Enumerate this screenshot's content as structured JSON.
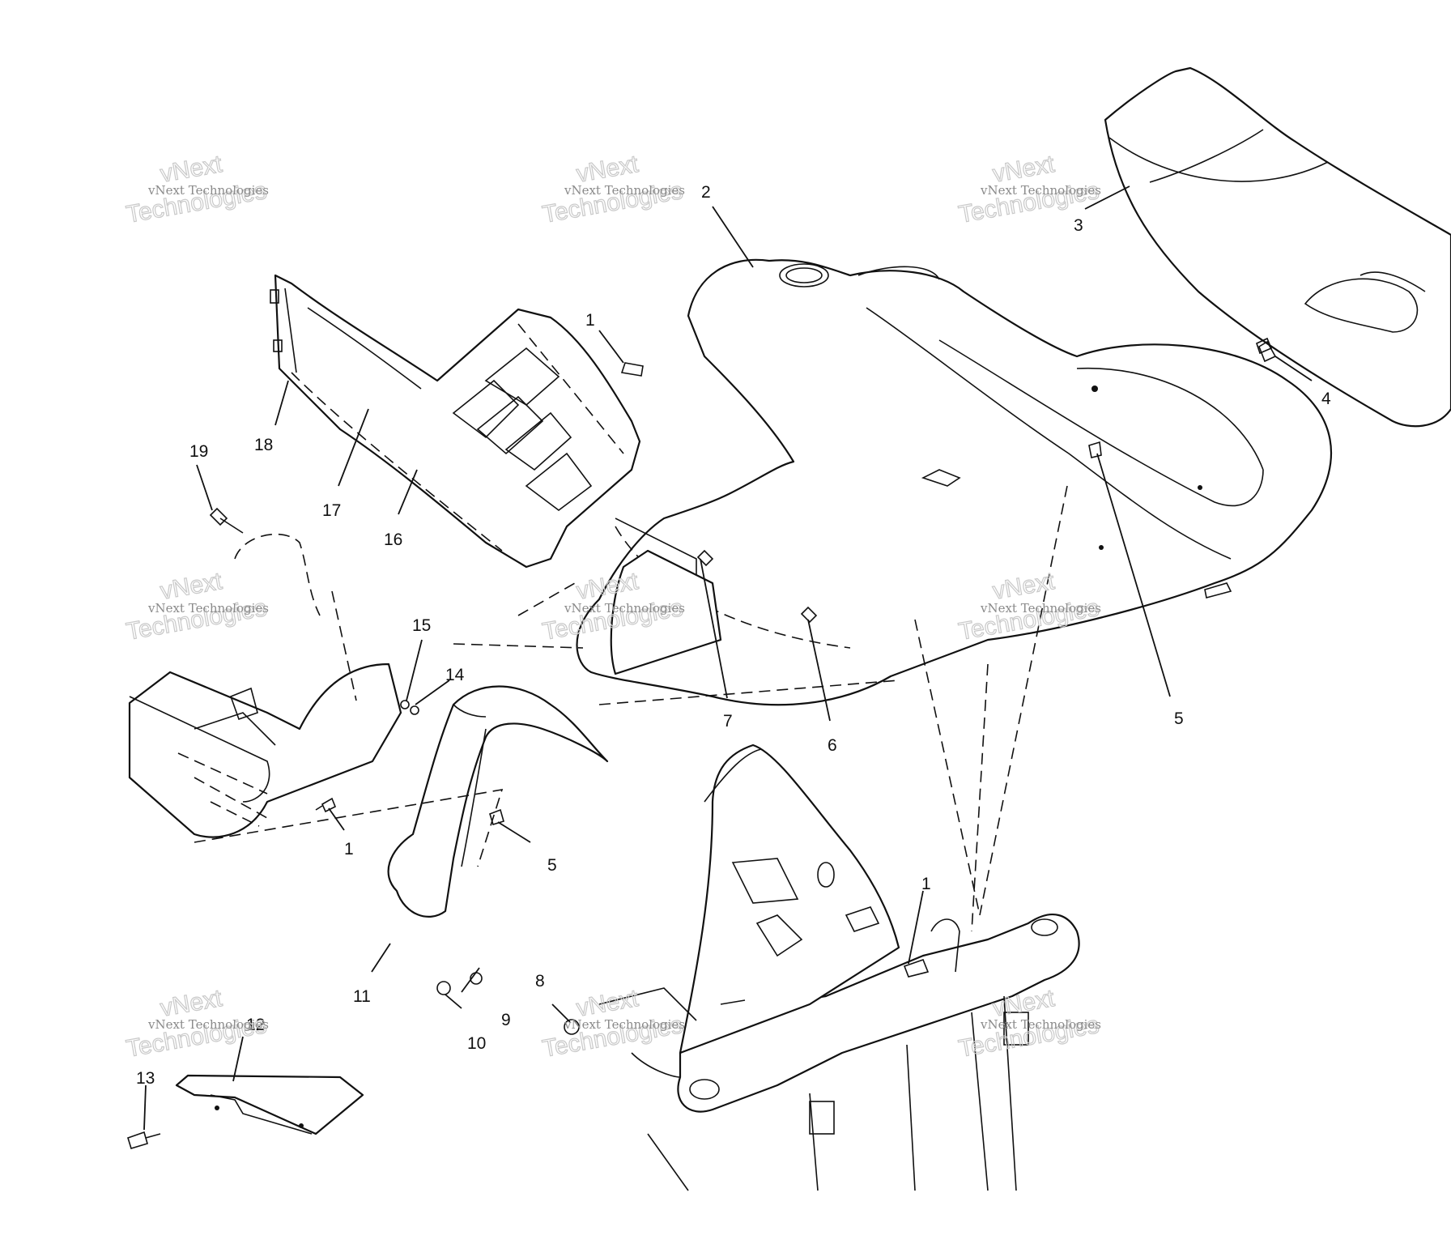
{
  "diagram": {
    "callouts": [
      {
        "id": "c2",
        "text": "2"
      },
      {
        "id": "c3",
        "text": "3"
      },
      {
        "id": "c4",
        "text": "4"
      },
      {
        "id": "c1a",
        "text": "1"
      },
      {
        "id": "c18",
        "text": "18"
      },
      {
        "id": "c19",
        "text": "19"
      },
      {
        "id": "c17",
        "text": "17"
      },
      {
        "id": "c16",
        "text": "16"
      },
      {
        "id": "c15",
        "text": "15"
      },
      {
        "id": "c14",
        "text": "14"
      },
      {
        "id": "c5a",
        "text": "5"
      },
      {
        "id": "c7",
        "text": "7"
      },
      {
        "id": "c6",
        "text": "6"
      },
      {
        "id": "c1b",
        "text": "1"
      },
      {
        "id": "c5b",
        "text": "5"
      },
      {
        "id": "c1c",
        "text": "1"
      },
      {
        "id": "c11",
        "text": "11"
      },
      {
        "id": "c9",
        "text": "9"
      },
      {
        "id": "c10",
        "text": "10"
      },
      {
        "id": "c8",
        "text": "8"
      },
      {
        "id": "c12",
        "text": "12"
      },
      {
        "id": "c13",
        "text": "13"
      }
    ]
  },
  "watermark": {
    "small": "vNext Technologies",
    "big_line1": "vNext",
    "big_line2": "Technologies"
  }
}
